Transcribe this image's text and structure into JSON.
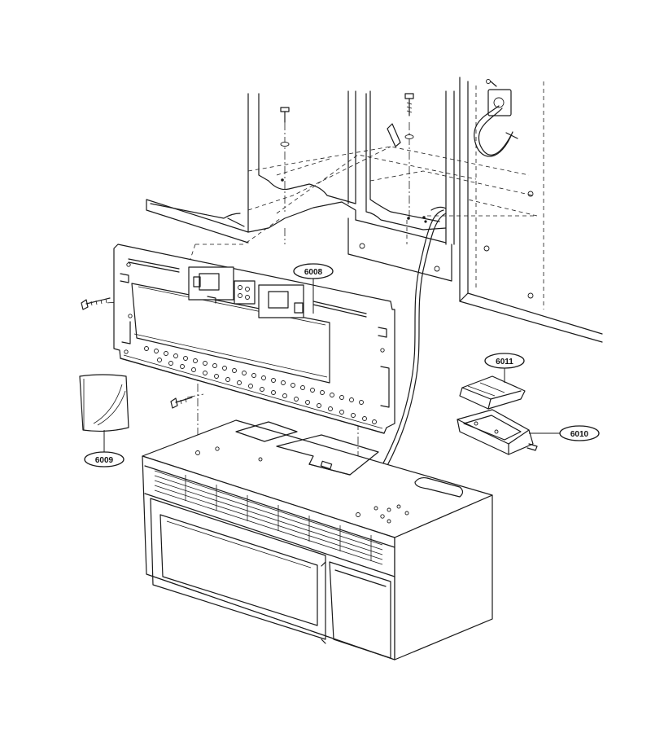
{
  "callouts": [
    {
      "id": "part-6008",
      "label": "6008"
    },
    {
      "id": "part-6009",
      "label": "6009"
    },
    {
      "id": "part-6010",
      "label": "6010"
    },
    {
      "id": "part-6011",
      "label": "6011"
    }
  ]
}
